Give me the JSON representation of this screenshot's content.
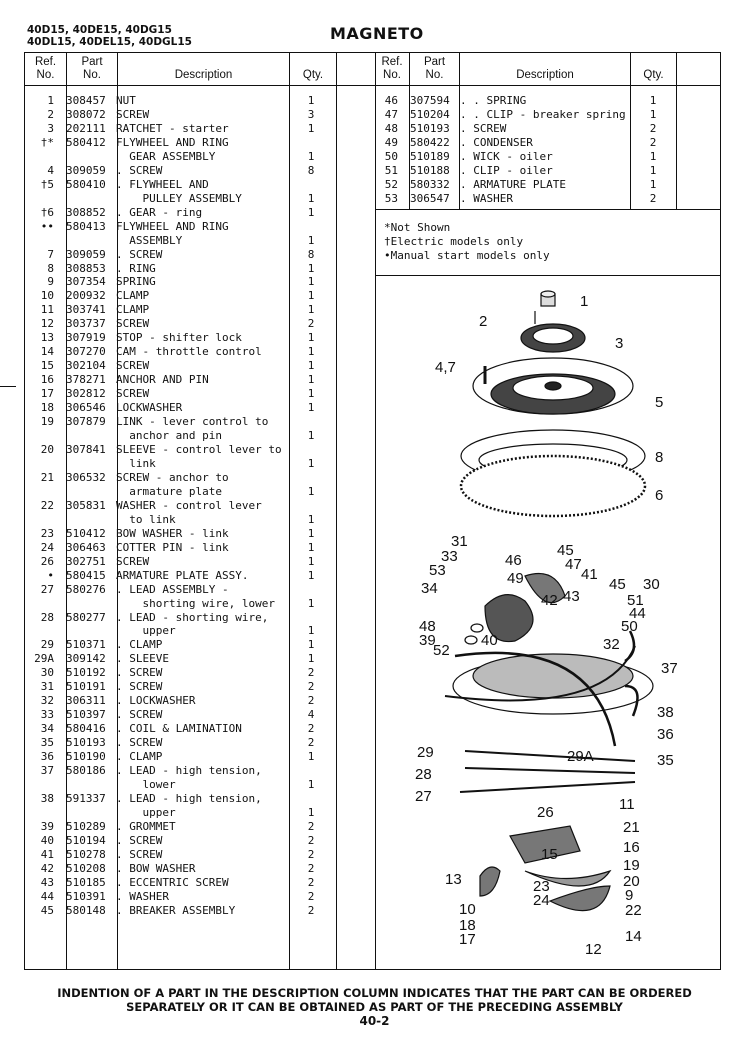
{
  "header": {
    "models_line1": "40D15, 40DE15, 40DG15",
    "models_line2": "40DL15, 40DEL15, 40DGL15",
    "title": "MAGNETO"
  },
  "columns": {
    "ref_line1": "Ref.",
    "ref_line2": "No.",
    "part_line1": "Part",
    "part_line2": "No.",
    "description": "Description",
    "qty": "Qty."
  },
  "left_rows": [
    {
      "ref": "1",
      "part": "308457",
      "desc": "NUT",
      "qty": "1"
    },
    {
      "ref": "2",
      "part": "308072",
      "desc": "SCREW",
      "qty": "3"
    },
    {
      "ref": "3",
      "part": "202111",
      "desc": "RATCHET - starter",
      "qty": "1"
    },
    {
      "ref": "†*",
      "part": "580412",
      "desc": "FLYWHEEL AND RING",
      "qty": ""
    },
    {
      "ref": "",
      "part": "",
      "desc": "  GEAR ASSEMBLY",
      "qty": "1"
    },
    {
      "ref": "4",
      "part": "309059",
      "desc": ". SCREW",
      "qty": "8"
    },
    {
      "ref": "†5",
      "part": "580410",
      "desc": ". FLYWHEEL AND",
      "qty": ""
    },
    {
      "ref": "",
      "part": "",
      "desc": "    PULLEY ASSEMBLY",
      "qty": "1"
    },
    {
      "ref": "†6",
      "part": "308852",
      "desc": ". GEAR - ring",
      "qty": "1"
    },
    {
      "ref": "••",
      "part": "580413",
      "desc": "FLYWHEEL AND RING",
      "qty": ""
    },
    {
      "ref": "",
      "part": "",
      "desc": "  ASSEMBLY",
      "qty": "1"
    },
    {
      "ref": "7",
      "part": "309059",
      "desc": ". SCREW",
      "qty": "8"
    },
    {
      "ref": "8",
      "part": "308853",
      "desc": ". RING",
      "qty": "1"
    },
    {
      "ref": "9",
      "part": "307354",
      "desc": "SPRING",
      "qty": "1"
    },
    {
      "ref": "10",
      "part": "200932",
      "desc": "CLAMP",
      "qty": "1"
    },
    {
      "ref": "11",
      "part": "303741",
      "desc": "CLAMP",
      "qty": "1"
    },
    {
      "ref": "12",
      "part": "303737",
      "desc": "SCREW",
      "qty": "2"
    },
    {
      "ref": "13",
      "part": "307919",
      "desc": "STOP - shifter lock",
      "qty": "1"
    },
    {
      "ref": "14",
      "part": "307270",
      "desc": "CAM - throttle control",
      "qty": "1"
    },
    {
      "ref": "15",
      "part": "302104",
      "desc": "SCREW",
      "qty": "1"
    },
    {
      "ref": "16",
      "part": "378271",
      "desc": "ANCHOR AND PIN",
      "qty": "1"
    },
    {
      "ref": "17",
      "part": "302812",
      "desc": "SCREW",
      "qty": "1"
    },
    {
      "ref": "18",
      "part": "306546",
      "desc": "LOCKWASHER",
      "qty": "1"
    },
    {
      "ref": "19",
      "part": "307879",
      "desc": "LINK - lever control to",
      "qty": ""
    },
    {
      "ref": "",
      "part": "",
      "desc": "  anchor and pin",
      "qty": "1"
    },
    {
      "ref": "20",
      "part": "307841",
      "desc": "SLEEVE - control lever to",
      "qty": ""
    },
    {
      "ref": "",
      "part": "",
      "desc": "  link",
      "qty": "1"
    },
    {
      "ref": "21",
      "part": "306532",
      "desc": "SCREW - anchor to",
      "qty": ""
    },
    {
      "ref": "",
      "part": "",
      "desc": "  armature plate",
      "qty": "1"
    },
    {
      "ref": "22",
      "part": "305831",
      "desc": "WASHER - control lever",
      "qty": ""
    },
    {
      "ref": "",
      "part": "",
      "desc": "  to link",
      "qty": "1"
    },
    {
      "ref": "23",
      "part": "510412",
      "desc": "BOW WASHER - link",
      "qty": "1"
    },
    {
      "ref": "24",
      "part": "306463",
      "desc": "COTTER PIN - link",
      "qty": "1"
    },
    {
      "ref": "26",
      "part": "302751",
      "desc": "SCREW",
      "qty": "1"
    },
    {
      "ref": "•",
      "part": "580415",
      "desc": "ARMATURE PLATE ASSY.",
      "qty": "1"
    },
    {
      "ref": "27",
      "part": "580276",
      "desc": ". LEAD ASSEMBLY -",
      "qty": ""
    },
    {
      "ref": "",
      "part": "",
      "desc": "    shorting wire, lower",
      "qty": "1"
    },
    {
      "ref": "28",
      "part": "580277",
      "desc": ". LEAD - shorting wire,",
      "qty": ""
    },
    {
      "ref": "",
      "part": "",
      "desc": "    upper",
      "qty": "1"
    },
    {
      "ref": "29",
      "part": "510371",
      "desc": ". CLAMP",
      "qty": "1"
    },
    {
      "ref": "29A",
      "part": "309142",
      "desc": ". SLEEVE",
      "qty": "1"
    },
    {
      "ref": "30",
      "part": "510192",
      "desc": ". SCREW",
      "qty": "2"
    },
    {
      "ref": "31",
      "part": "510191",
      "desc": ". SCREW",
      "qty": "2"
    },
    {
      "ref": "32",
      "part": "306311",
      "desc": ". LOCKWASHER",
      "qty": "2"
    },
    {
      "ref": "33",
      "part": "510397",
      "desc": ". SCREW",
      "qty": "4"
    },
    {
      "ref": "34",
      "part": "580416",
      "desc": ". COIL & LAMINATION",
      "qty": "2"
    },
    {
      "ref": "35",
      "part": "510193",
      "desc": ". SCREW",
      "qty": "2"
    },
    {
      "ref": "36",
      "part": "510190",
      "desc": ". CLAMP",
      "qty": "1"
    },
    {
      "ref": "37",
      "part": "580186",
      "desc": ". LEAD - high tension,",
      "qty": ""
    },
    {
      "ref": "",
      "part": "",
      "desc": "    lower",
      "qty": "1"
    },
    {
      "ref": "38",
      "part": "591337",
      "desc": ". LEAD - high tension,",
      "qty": ""
    },
    {
      "ref": "",
      "part": "",
      "desc": "    upper",
      "qty": "1"
    },
    {
      "ref": "39",
      "part": "510289",
      "desc": ". GROMMET",
      "qty": "2"
    },
    {
      "ref": "40",
      "part": "510194",
      "desc": ". SCREW",
      "qty": "2"
    },
    {
      "ref": "41",
      "part": "510278",
      "desc": ". SCREW",
      "qty": "2"
    },
    {
      "ref": "42",
      "part": "510208",
      "desc": ". BOW WASHER",
      "qty": "2"
    },
    {
      "ref": "43",
      "part": "510185",
      "desc": ". ECCENTRIC SCREW",
      "qty": "2"
    },
    {
      "ref": "44",
      "part": "510391",
      "desc": ". WASHER",
      "qty": "2"
    },
    {
      "ref": "45",
      "part": "580148",
      "desc": ". BREAKER ASSEMBLY",
      "qty": "2"
    }
  ],
  "right_rows": [
    {
      "ref": "46",
      "part": "307594",
      "desc": ". . SPRING",
      "qty": "1"
    },
    {
      "ref": "47",
      "part": "510204",
      "desc": ". . CLIP - breaker spring",
      "qty": "1"
    },
    {
      "ref": "48",
      "part": "510193",
      "desc": ". SCREW",
      "qty": "2"
    },
    {
      "ref": "49",
      "part": "580422",
      "desc": ". CONDENSER",
      "qty": "2"
    },
    {
      "ref": "50",
      "part": "510189",
      "desc": ". WICK - oiler",
      "qty": "1"
    },
    {
      "ref": "51",
      "part": "510188",
      "desc": ". CLIP - oiler",
      "qty": "1"
    },
    {
      "ref": "52",
      "part": "580332",
      "desc": ". ARMATURE PLATE",
      "qty": "1"
    },
    {
      "ref": "53",
      "part": "306547",
      "desc": ". WASHER",
      "qty": "2"
    }
  ],
  "notes": [
    "*Not Shown",
    "†Electric models only",
    "•Manual start models only"
  ],
  "diagram_labels": [
    "1",
    "2",
    "3",
    "4,7",
    "5",
    "8",
    "6",
    "31",
    "33",
    "53",
    "46",
    "45",
    "47",
    "49",
    "41",
    "34",
    "42",
    "43",
    "45",
    "30",
    "51",
    "44",
    "50",
    "48",
    "39",
    "40",
    "52",
    "32",
    "37",
    "38",
    "36",
    "29",
    "29A",
    "35",
    "28",
    "27",
    "26",
    "11",
    "21",
    "16",
    "15",
    "19",
    "20",
    "9",
    "22",
    "13",
    "23",
    "24",
    "10",
    "18",
    "17",
    "14",
    "12"
  ],
  "footer": {
    "line1": "INDENTION OF A PART IN THE DESCRIPTION COLUMN INDICATES THAT THE PART CAN BE ORDERED",
    "line2": "SEPARATELY OR IT CAN BE OBTAINED AS PART OF THE PRECEDING ASSEMBLY",
    "page": "40-2"
  }
}
